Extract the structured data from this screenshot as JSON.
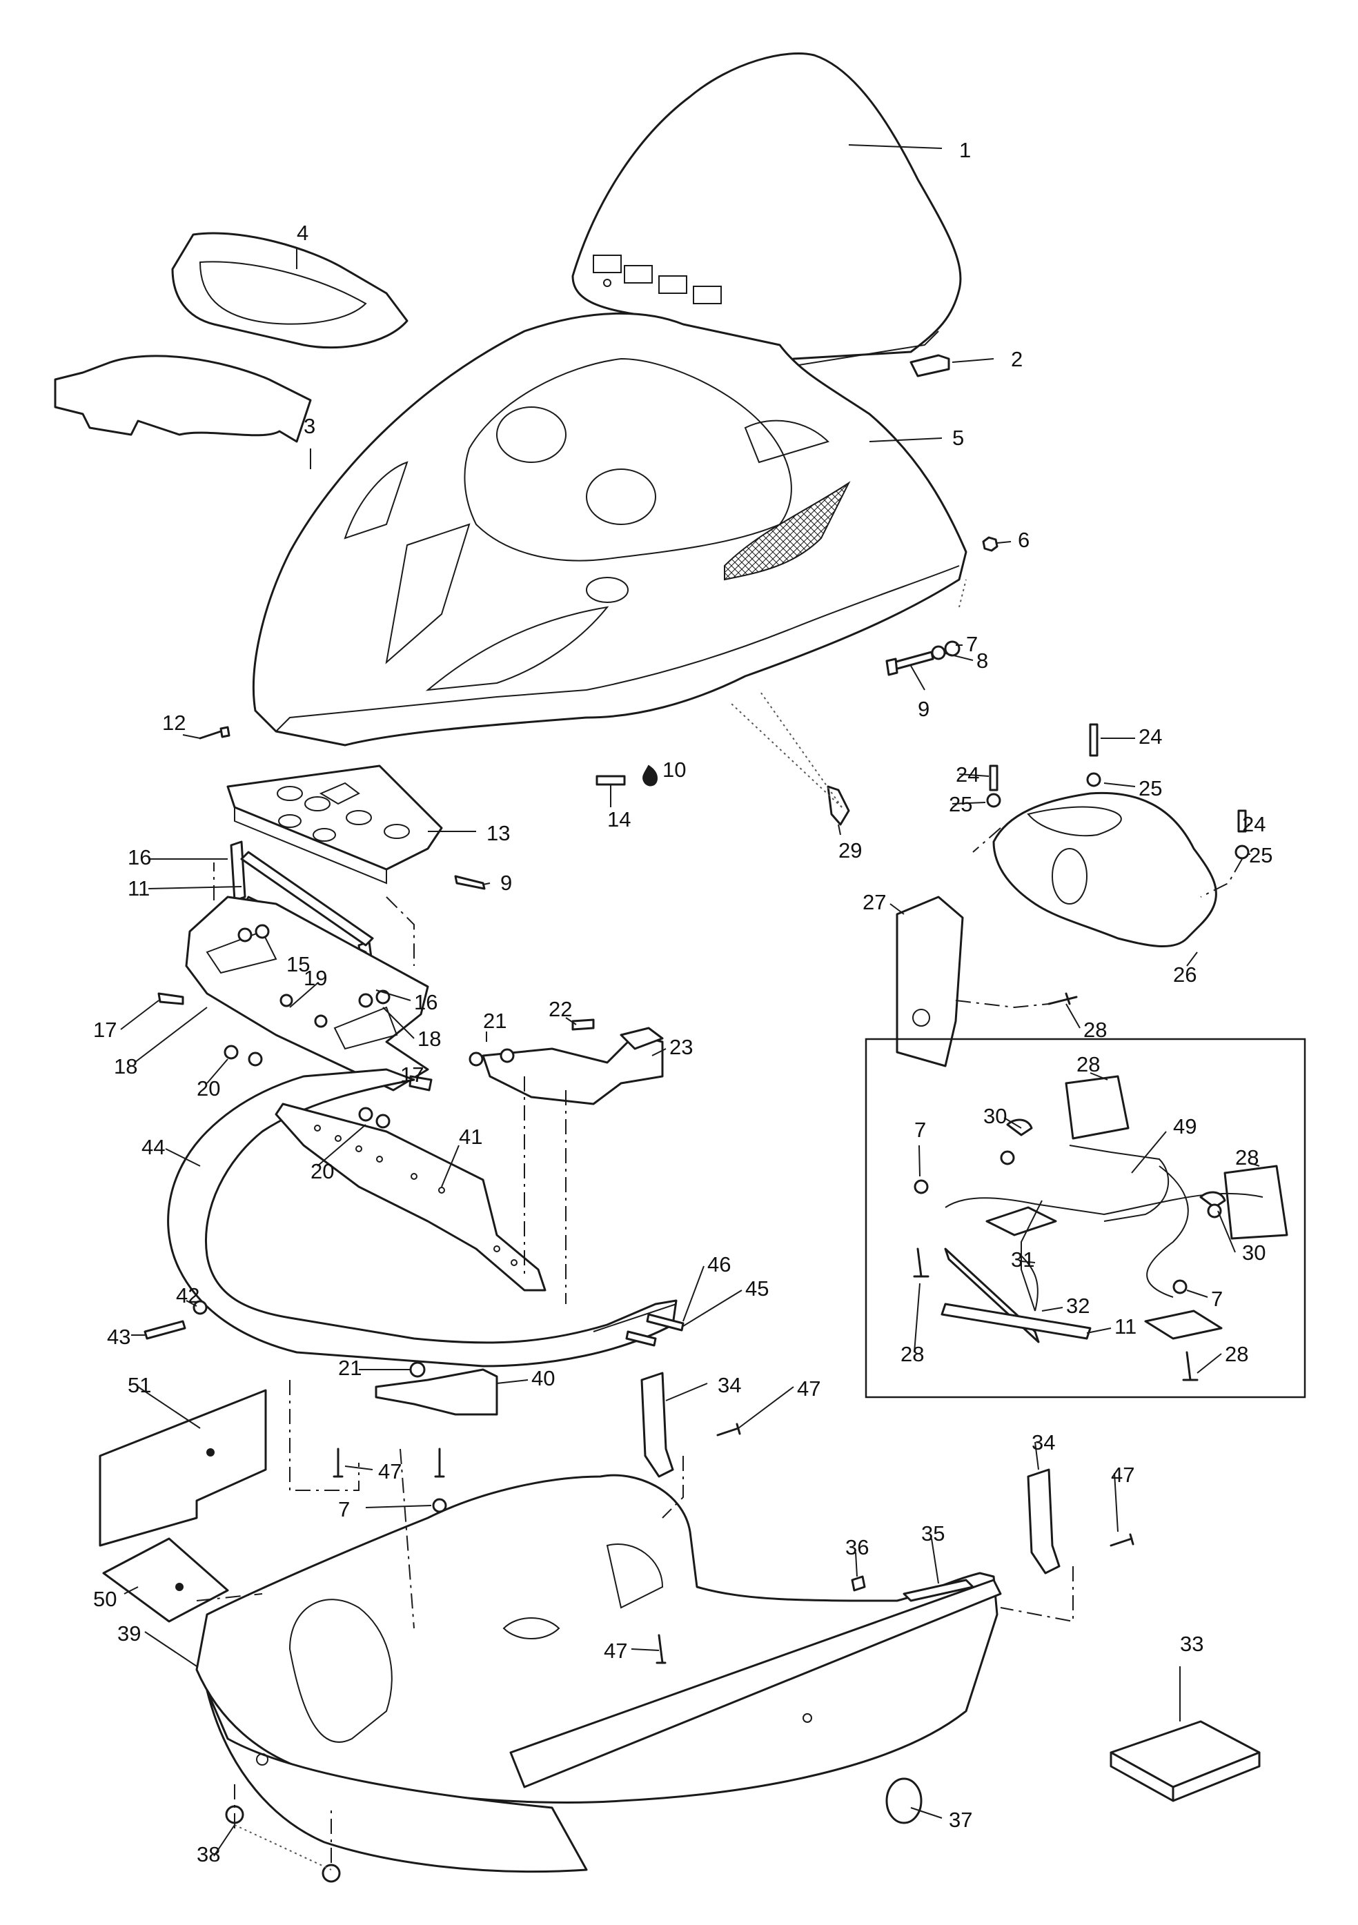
{
  "callouts": [
    {
      "id": "c1",
      "text": "1"
    },
    {
      "id": "c2",
      "text": "2"
    },
    {
      "id": "c3",
      "text": "3"
    },
    {
      "id": "c4",
      "text": "4"
    },
    {
      "id": "c5",
      "text": "5"
    },
    {
      "id": "c6",
      "text": "6"
    },
    {
      "id": "c7a",
      "text": "7"
    },
    {
      "id": "c8",
      "text": "8"
    },
    {
      "id": "c9a",
      "text": "9"
    },
    {
      "id": "c10",
      "text": "10"
    },
    {
      "id": "c12",
      "text": "12"
    },
    {
      "id": "c13",
      "text": "13"
    },
    {
      "id": "c9b",
      "text": "9"
    },
    {
      "id": "c14",
      "text": "14"
    },
    {
      "id": "c29",
      "text": "29"
    },
    {
      "id": "c16a",
      "text": "16"
    },
    {
      "id": "c11a",
      "text": "11"
    },
    {
      "id": "c15",
      "text": "15"
    },
    {
      "id": "c16b",
      "text": "16"
    },
    {
      "id": "c17a",
      "text": "17"
    },
    {
      "id": "c18a",
      "text": "18"
    },
    {
      "id": "c19",
      "text": "19"
    },
    {
      "id": "c18b",
      "text": "18"
    },
    {
      "id": "c17b",
      "text": "17"
    },
    {
      "id": "c20a",
      "text": "20"
    },
    {
      "id": "c20b",
      "text": "20"
    },
    {
      "id": "c22",
      "text": "22"
    },
    {
      "id": "c21a",
      "text": "21"
    },
    {
      "id": "c23",
      "text": "23"
    },
    {
      "id": "c24a",
      "text": "24"
    },
    {
      "id": "c24b",
      "text": "24"
    },
    {
      "id": "c24c",
      "text": "24"
    },
    {
      "id": "c25a",
      "text": "25"
    },
    {
      "id": "c25b",
      "text": "25"
    },
    {
      "id": "c25c",
      "text": "25"
    },
    {
      "id": "c27",
      "text": "27"
    },
    {
      "id": "c26",
      "text": "26"
    },
    {
      "id": "c28a",
      "text": "28"
    },
    {
      "id": "c44",
      "text": "44"
    },
    {
      "id": "c41",
      "text": "41"
    },
    {
      "id": "c42",
      "text": "42"
    },
    {
      "id": "c43",
      "text": "43"
    },
    {
      "id": "c46",
      "text": "46"
    },
    {
      "id": "c45",
      "text": "45"
    },
    {
      "id": "c21b",
      "text": "21"
    },
    {
      "id": "c40",
      "text": "40"
    },
    {
      "id": "c51",
      "text": "51"
    },
    {
      "id": "c47a",
      "text": "47"
    },
    {
      "id": "c7b",
      "text": "7"
    },
    {
      "id": "c50",
      "text": "50"
    },
    {
      "id": "c39",
      "text": "39"
    },
    {
      "id": "c34a",
      "text": "34"
    },
    {
      "id": "c47b",
      "text": "47"
    },
    {
      "id": "c34b",
      "text": "34"
    },
    {
      "id": "c47c",
      "text": "47"
    },
    {
      "id": "c36",
      "text": "36"
    },
    {
      "id": "c35",
      "text": "35"
    },
    {
      "id": "c47d",
      "text": "47"
    },
    {
      "id": "c38",
      "text": "38"
    },
    {
      "id": "c37",
      "text": "37"
    },
    {
      "id": "c33",
      "text": "33"
    },
    {
      "id": "c28b",
      "text": "28"
    },
    {
      "id": "c30a",
      "text": "30"
    },
    {
      "id": "c7c",
      "text": "7"
    },
    {
      "id": "c49",
      "text": "49"
    },
    {
      "id": "c28c",
      "text": "28"
    },
    {
      "id": "c30b",
      "text": "30"
    },
    {
      "id": "c31",
      "text": "31"
    },
    {
      "id": "c32",
      "text": "32"
    },
    {
      "id": "c7d",
      "text": "7"
    },
    {
      "id": "c11b",
      "text": "11"
    },
    {
      "id": "c28d",
      "text": "28"
    },
    {
      "id": "c28e",
      "text": "28"
    }
  ]
}
